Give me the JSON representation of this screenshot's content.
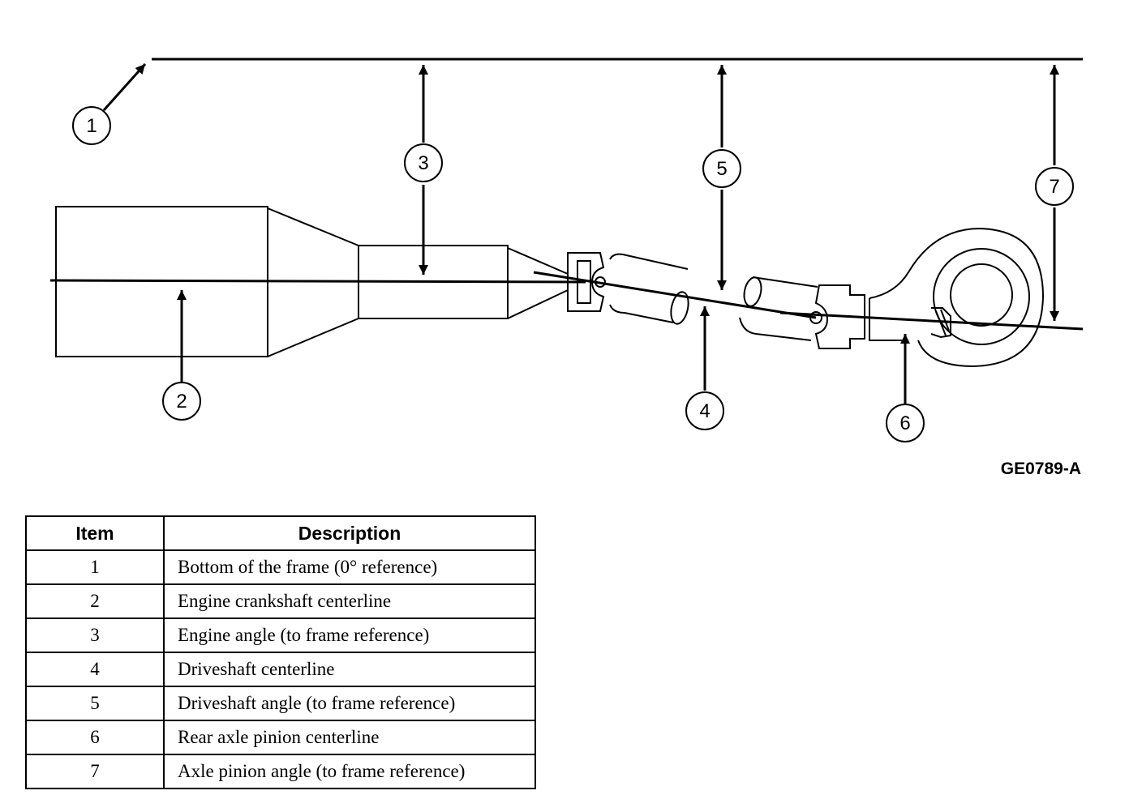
{
  "figure": {
    "code": "GE0789-A"
  },
  "callouts": [
    "1",
    "2",
    "3",
    "4",
    "5",
    "6",
    "7"
  ],
  "legend": {
    "headers": {
      "item": "Item",
      "description": "Description"
    },
    "rows": [
      {
        "item": "1",
        "description": "Bottom of the frame (0° reference)"
      },
      {
        "item": "2",
        "description": "Engine crankshaft centerline"
      },
      {
        "item": "3",
        "description": "Engine angle (to frame reference)"
      },
      {
        "item": "4",
        "description": "Driveshaft centerline"
      },
      {
        "item": "5",
        "description": "Driveshaft angle (to frame reference)"
      },
      {
        "item": "6",
        "description": "Rear axle pinion centerline"
      },
      {
        "item": "7",
        "description": "Axle pinion angle (to frame reference)"
      }
    ]
  }
}
